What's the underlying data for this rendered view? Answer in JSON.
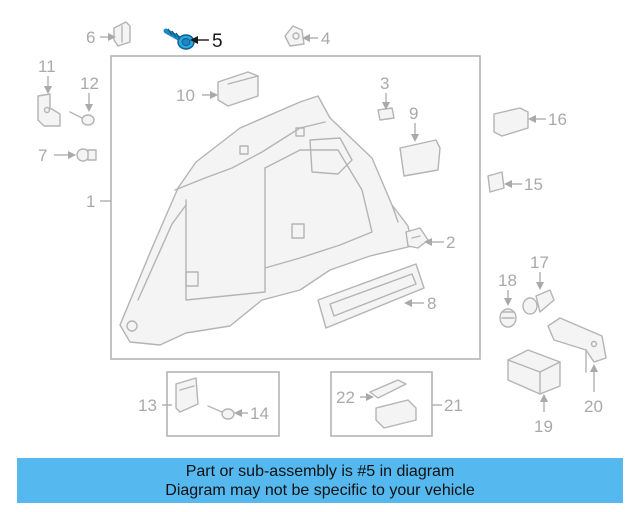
{
  "highlighted_part": "5",
  "callouts": {
    "c1": "1",
    "c2": "2",
    "c3": "3",
    "c4": "4",
    "c5": "5",
    "c6": "6",
    "c7": "7",
    "c8": "8",
    "c9": "9",
    "c10": "10",
    "c11": "11",
    "c12": "12",
    "c13": "13",
    "c14": "14",
    "c15": "15",
    "c16": "16",
    "c17": "17",
    "c18": "18",
    "c19": "19",
    "c20": "20",
    "c21": "21",
    "c22": "22"
  },
  "colors": {
    "highlight_part": "#2aa8e6",
    "banner_background": "#55b8ee",
    "line_art": "#b4b4b4",
    "callout_text": "#a9a9a9"
  },
  "banner": {
    "line1": "Part or sub-assembly is #5 in diagram",
    "line2": "Diagram may not be specific to your vehicle"
  }
}
